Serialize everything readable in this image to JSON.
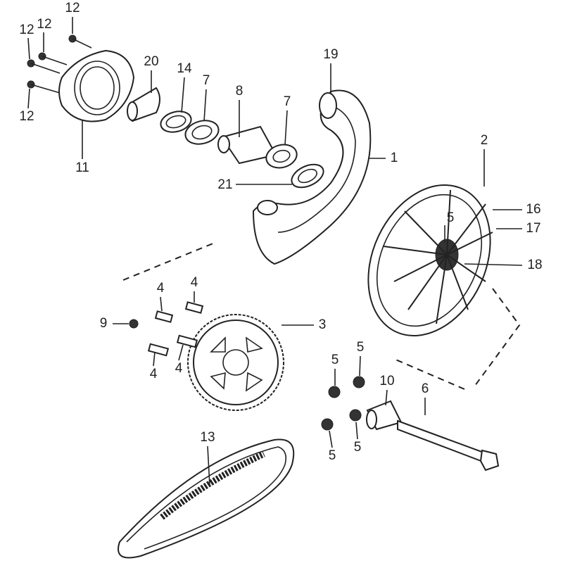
{
  "diagram": {
    "title": "Rear wheel exploded parts diagram",
    "labels": {
      "p12a": "12",
      "p12b": "12",
      "p12c": "12",
      "p12d": "12",
      "p20": "20",
      "p14": "14",
      "p7a": "7",
      "p8": "8",
      "p7b": "7",
      "p19": "19",
      "p1": "1",
      "p2": "2",
      "p11": "11",
      "p21": "21",
      "p16": "16",
      "p17": "17",
      "p5hub": "5",
      "p18": "18",
      "p4a": "4",
      "p4b": "4",
      "p9": "9",
      "p3": "3",
      "p4c": "4",
      "p4d": "4",
      "p5a": "5",
      "p5b": "5",
      "p10": "10",
      "p6": "6",
      "p5c": "5",
      "p5d": "5",
      "p13": "13"
    }
  }
}
